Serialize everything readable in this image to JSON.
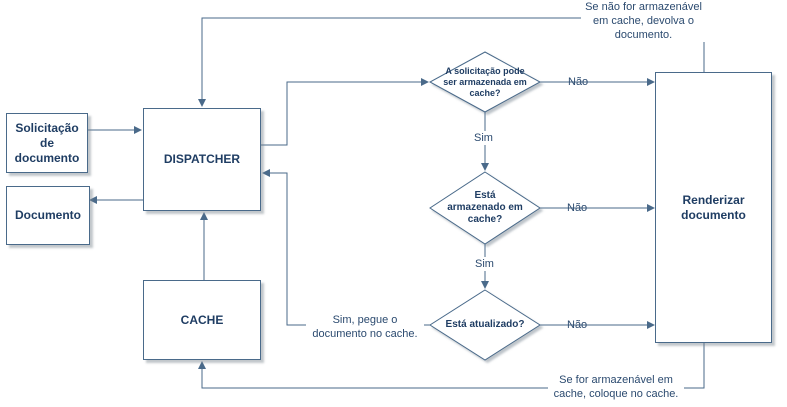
{
  "boxes": {
    "request": "Solicitação de documento",
    "document": "Documento",
    "dispatcher": "DISPATCHER",
    "cache": "CACHE",
    "render": "Renderizar documento"
  },
  "decisions": {
    "cacheable": "A solicitação pode ser armazenada em cache?",
    "cached": "Está armazenado em cache?",
    "updated": "Está atualizado?"
  },
  "labels": {
    "no1": "Não",
    "no2": "Não",
    "no3": "Não",
    "yes1": "Sim",
    "yes2": "Sim",
    "yes_take": "Sim, pegue o documento no cache.",
    "not_cacheable_return": "Se não for armazenável em cache, devolva o documento.",
    "cacheable_store": "Se for armazenável em cache, coloque no cache."
  },
  "colors": {
    "line": "#4a6a8a",
    "text": "#1f3d63"
  }
}
